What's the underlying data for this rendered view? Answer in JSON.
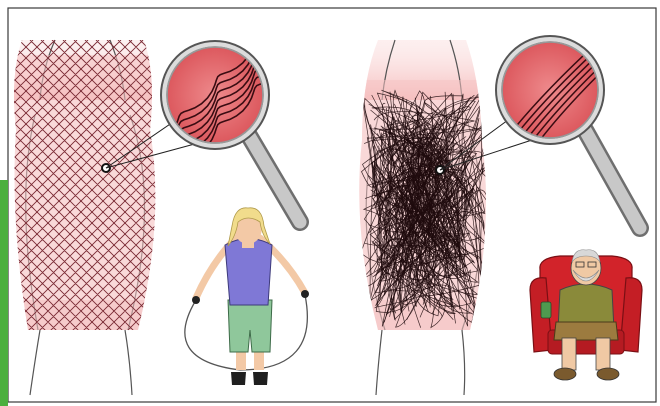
{
  "figure": {
    "panels": [
      {
        "name": "young-active-tissue",
        "fiber_pattern": "regular-lattice",
        "person": "girl-skipping-rope"
      },
      {
        "name": "aged-inactive-tissue",
        "fiber_pattern": "tangled",
        "person": "elderly-man-in-armchair"
      }
    ],
    "colors": {
      "frame": "#3a3a3a",
      "green_strip": "#4caf3f",
      "tissue_fill": "#f6c9c9",
      "tissue_glow": "#f4b3b3",
      "fiber": "#5a1b22",
      "lens_inner": "#e8666b",
      "lens_ring": "#cfcfcf",
      "handle": "#bdbdbd",
      "shirt_girl": "#7f78d6",
      "pants_girl": "#8fc79b",
      "hair_girl": "#f1dc8c",
      "chair": "#d2232a",
      "shirt_man": "#8a8a3a",
      "pants_man": "#9c7b3f"
    },
    "icons": [
      "magnifying-glass-icon",
      "magnifying-glass-icon"
    ]
  }
}
